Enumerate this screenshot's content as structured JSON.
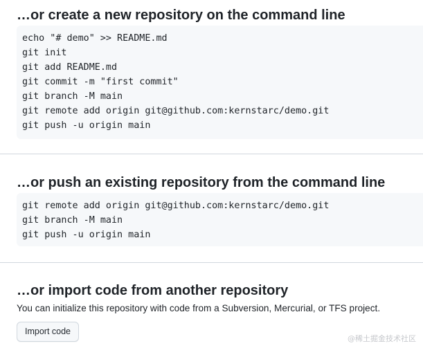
{
  "sections": {
    "create": {
      "title": "…or create a new repository on the command line",
      "lines": [
        "echo \"# demo\" >> README.md",
        "git init",
        "git add README.md",
        "git commit -m \"first commit\"",
        "git branch -M main",
        "git remote add origin git@github.com:kernstarc/demo.git",
        "git push -u origin main"
      ]
    },
    "push": {
      "title": "…or push an existing repository from the command line",
      "lines": [
        "git remote add origin git@github.com:kernstarc/demo.git",
        "git branch -M main",
        "git push -u origin main"
      ]
    },
    "import": {
      "title": "…or import code from another repository",
      "description": "You can initialize this repository with code from a Subversion, Mercurial, or TFS project.",
      "button_label": "Import code"
    }
  },
  "watermark": "@稀土掘金技术社区"
}
